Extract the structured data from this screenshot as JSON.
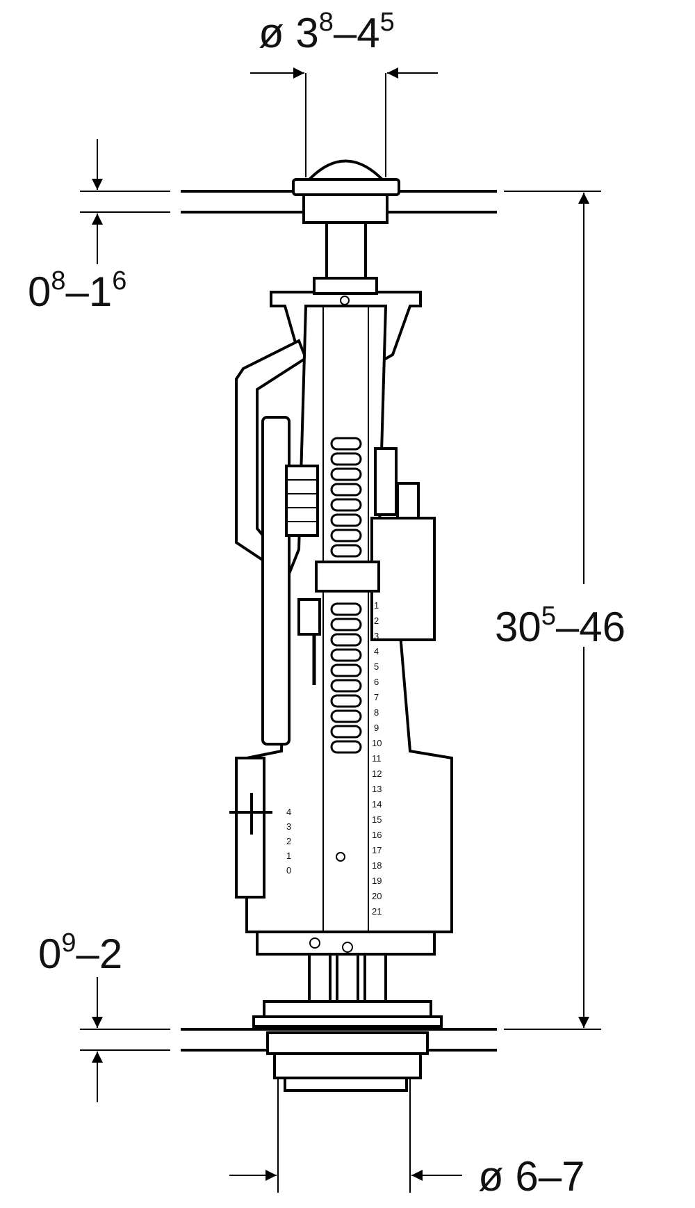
{
  "dimensions": {
    "button_diameter": {
      "prefix": "ø ",
      "a": "3",
      "a_sup": "8",
      "sep": "–",
      "b": "4",
      "b_sup": "5"
    },
    "plate_thickness": {
      "a": "0",
      "a_sup": "8",
      "sep": "–",
      "b": "1",
      "b_sup": "6"
    },
    "height": {
      "a": "30",
      "a_sup": "5",
      "sep": "–",
      "b": "46"
    },
    "bottom_thickness": {
      "a": "0",
      "a_sup": "9",
      "sep": "–",
      "b": "2"
    },
    "outlet_diameter": {
      "prefix": "ø ",
      "text": "6–7"
    }
  },
  "scales": {
    "right_scale": [
      "1",
      "2",
      "3",
      "4",
      "5",
      "6",
      "7",
      "8",
      "9",
      "10",
      "11",
      "12",
      "13",
      "14",
      "15",
      "16",
      "17",
      "18",
      "19",
      "20",
      "21"
    ],
    "left_scale": [
      "4",
      "3",
      "2",
      "1",
      "0"
    ]
  }
}
